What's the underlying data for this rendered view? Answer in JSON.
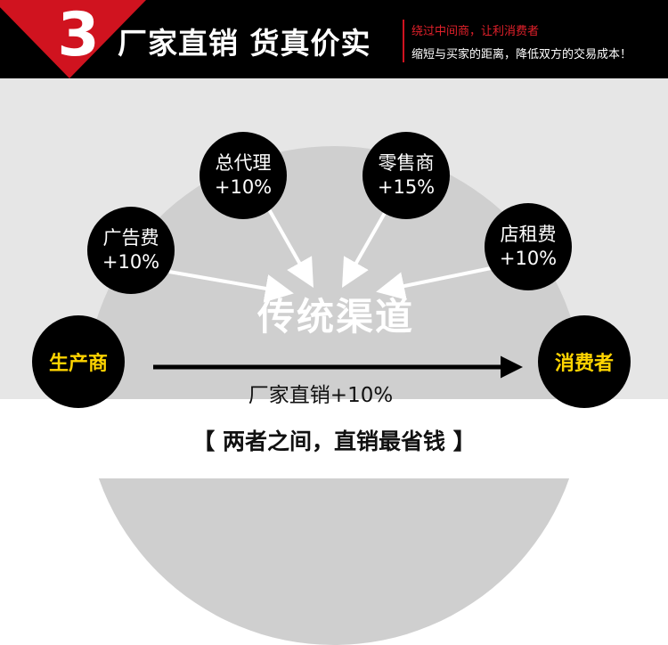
{
  "header": {
    "number": "3",
    "title": "厂家直销 货真价实",
    "subtitle_red": "绕过中间商，让利消费者",
    "subtitle_white": "缩短与买家的距离，降低双方的交易成本！"
  },
  "nodes": {
    "ad": {
      "label": "广告费",
      "value": "+10%"
    },
    "agent": {
      "label": "总代理",
      "value": "+10%"
    },
    "retail": {
      "label": "零售商",
      "value": "+15%"
    },
    "rent": {
      "label": "店租费",
      "value": "+10%"
    },
    "producer": {
      "label": "生产商"
    },
    "consumer": {
      "label": "消费者"
    }
  },
  "traditional_label": "传统渠道",
  "direct_label": "厂家直销+10%",
  "footer": "【 两者之间，直销最省钱 】",
  "colors": {
    "accent_red": "#d0131f",
    "highlight_yellow": "#ffd400",
    "header_black": "#000000"
  }
}
